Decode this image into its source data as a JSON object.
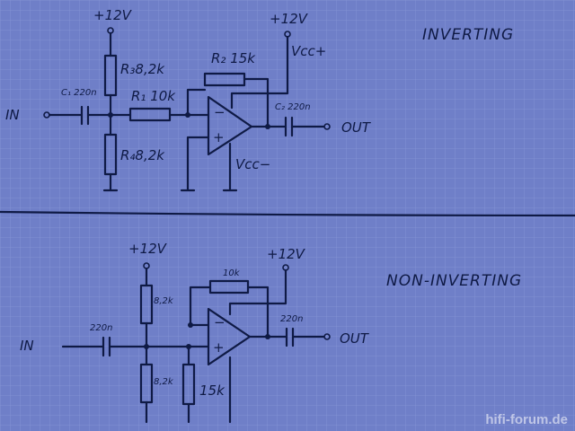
{
  "colors": {
    "paper": "#6f7fc8",
    "grid": "#8796d6",
    "ink": "#0f1a45"
  },
  "inverting": {
    "title": "INVERTING",
    "supply_top": "+12V",
    "supply_right": "+12V",
    "r3": "R₃8,2k",
    "r4": "R₄8,2k",
    "r1": "R₁ 10k",
    "r2": "R₂ 15k",
    "c1": "C₁ 220n",
    "c2": "C₂ 220n",
    "vcc_plus": "Vcc+",
    "vcc_minus": "Vcc−",
    "input": "IN",
    "output": "OUT",
    "minus": "−",
    "plus": "+"
  },
  "non_inverting": {
    "title": "NON-INVERTING",
    "supply_top": "+12V",
    "supply_right": "+12V",
    "r_top": "8,2k",
    "r_bottom": "8,2k",
    "r_fb": "10k",
    "r_gnd": "15k",
    "c_in": "220n",
    "c_out": "220n",
    "input": "IN",
    "output": "OUT",
    "minus": "−",
    "plus": "+"
  },
  "watermark": "hifi-forum.de"
}
